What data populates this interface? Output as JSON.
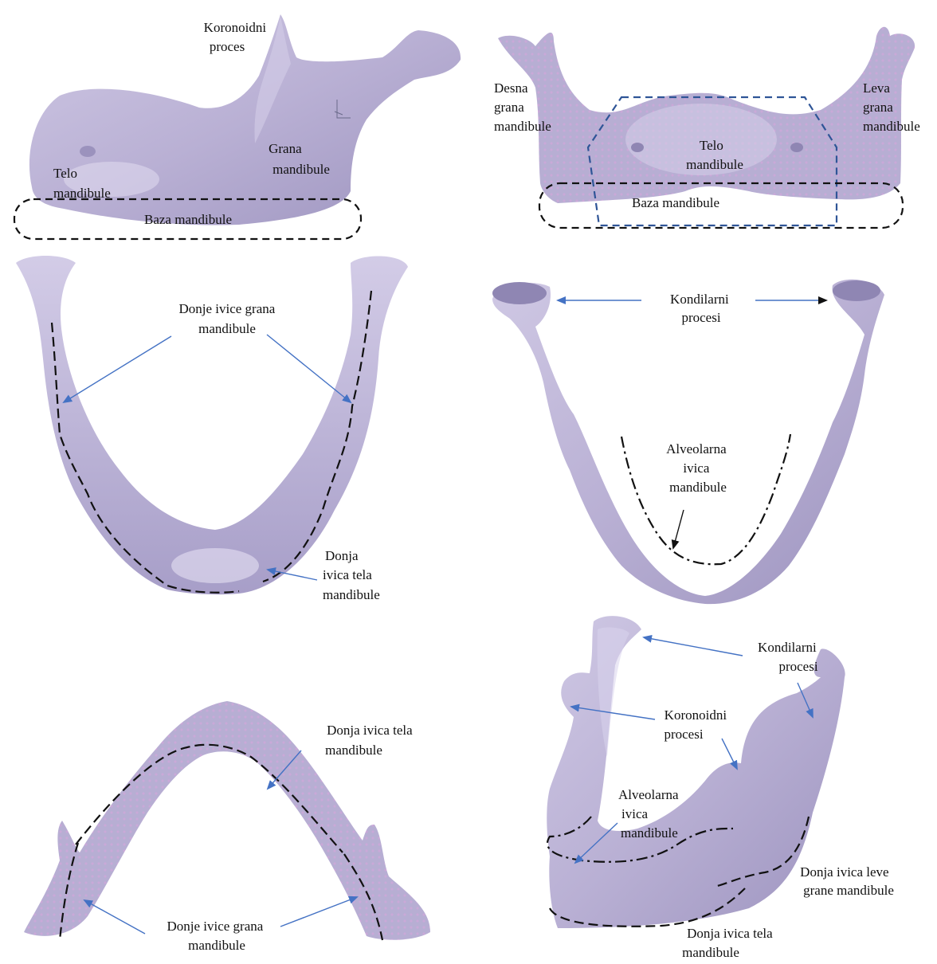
{
  "colors": {
    "bone_fill": "#b9b0d4",
    "bone_light": "#d6d0e8",
    "bone_shadow": "#8d84ad",
    "arrow_blue": "#4472c4",
    "arrow_black": "#111111",
    "boundary_blue": "#2f5597",
    "boundary_black": "#111111"
  },
  "panels": {
    "lateral_view": {
      "coronoid": [
        "Koronoidni",
        "proces"
      ],
      "ramus": [
        "Grana",
        "mandibule"
      ],
      "body": [
        "Telo",
        "mandibule"
      ],
      "base": "Baza mandibule"
    },
    "frontal_view": {
      "right_ramus": [
        "Desna",
        "grana",
        "mandibule"
      ],
      "left_ramus": [
        "Leva",
        "grana",
        "mandibule"
      ],
      "body": [
        "Telo",
        "mandibule"
      ],
      "base": "Baza mandibule"
    },
    "inferior_view": {
      "ramus_edges": [
        "Donje ivice grana",
        "mandibule"
      ],
      "body_edge": [
        "Donja",
        "ivica tela",
        "mandibule"
      ]
    },
    "superior_view": {
      "condyles": [
        "Kondilarni",
        "procesi"
      ],
      "alveolar": [
        "Alveolarna",
        "ivica",
        "mandibule"
      ]
    },
    "bottom_view": {
      "body_edge": [
        "Donja ivica tela",
        "mandibule"
      ],
      "ramus_edges": [
        "Donje ivice grana",
        "mandibule"
      ]
    },
    "oblique_view": {
      "condyles": [
        "Kondilarni",
        "procesi"
      ],
      "coronoids": [
        "Koronoidni",
        "procesi"
      ],
      "alveolar": [
        "Alveolarna",
        "ivica",
        "mandibule"
      ],
      "left_ramus_edge": [
        "Donja ivica leve",
        "grane mandibule"
      ],
      "body_edge": [
        "Donja ivica tela",
        "mandibule"
      ]
    }
  }
}
